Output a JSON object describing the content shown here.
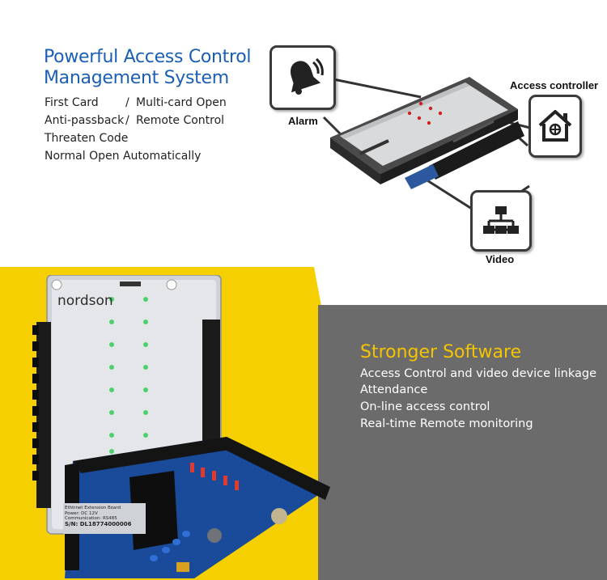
{
  "intro": {
    "title_line1": "Powerful Access Control",
    "title_line2": "Management System",
    "features": [
      {
        "a": "First Card",
        "sep": "/",
        "b": "Multi-card Open"
      },
      {
        "a": "Anti-passback",
        "sep": "/",
        "b": "Remote Control"
      },
      {
        "a": "Threaten Code",
        "sep": "",
        "b": ""
      },
      {
        "a": "Normal Open Automatically",
        "sep": "",
        "b": ""
      }
    ]
  },
  "diagram": {
    "alarm_label": "Alarm",
    "controller_label": "Access controller",
    "video_label": "Video",
    "alarm_icon": "bell-icon",
    "controller_icon": "house-icon",
    "video_icon": "network-icon"
  },
  "board": {
    "brand": "nordson",
    "serial": "S/N: DL18774000006",
    "plate_lines": [
      "Ethtrnet Extension Board",
      "Power: DC 12V",
      "Communication: RS485"
    ]
  },
  "software": {
    "title": "Stronger Software",
    "items": [
      "Access Control and video device linkage",
      "Attendance",
      "On-line access control",
      "Real-time Remote monitoring"
    ]
  },
  "colors": {
    "title_blue": "#1a5fb4",
    "yellow": "#f5cf00",
    "grey": "#6b6b6b",
    "accent_yellow": "#f5c400"
  }
}
